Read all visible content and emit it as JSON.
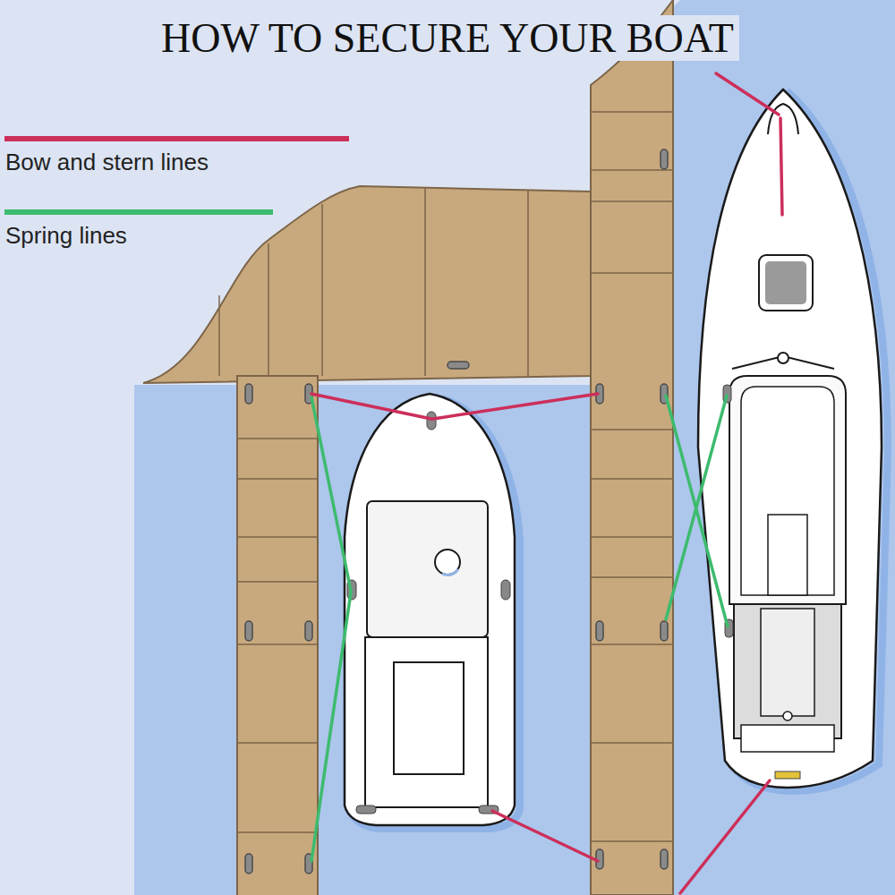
{
  "diagram": {
    "title": "HOW TO SECURE YOUR BOAT",
    "legend": [
      {
        "text": "Bow and stern lines"
      },
      {
        "text": "Spring lines"
      }
    ]
  }
}
